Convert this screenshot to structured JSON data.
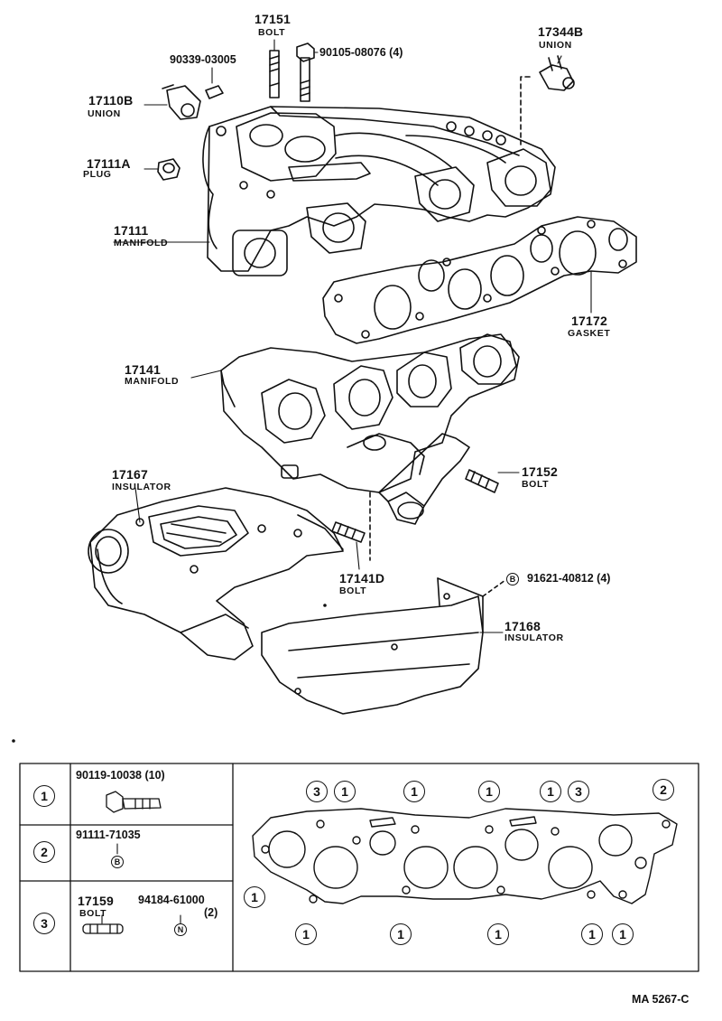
{
  "parts": {
    "p17151": {
      "number": "17151",
      "desc": "BOLT"
    },
    "p90105": {
      "number": "90105-08076 (4)"
    },
    "p17344B": {
      "number": "17344B",
      "desc": "UNION"
    },
    "p90339": {
      "number": "90339-03005"
    },
    "p17110B": {
      "number": "17110B",
      "desc": "UNION"
    },
    "p17111A": {
      "number": "17111A",
      "desc": "PLUG"
    },
    "p17111": {
      "number": "17111",
      "desc": "MANIFOLD"
    },
    "p17172": {
      "number": "17172",
      "desc": "GASKET"
    },
    "p17141": {
      "number": "17141",
      "desc": "MANIFOLD"
    },
    "p17167": {
      "number": "17167",
      "desc": "INSULATOR"
    },
    "p17152": {
      "number": "17152",
      "desc": "BOLT"
    },
    "p17141D": {
      "number": "17141D",
      "desc": "BOLT"
    },
    "p91621": {
      "number": "91621-40812 (4)",
      "marker": "B"
    },
    "p17168": {
      "number": "17168",
      "desc": "INSULATOR"
    }
  },
  "legend": {
    "rows": [
      {
        "marker": "1",
        "part": "90119-10038 (10)"
      },
      {
        "marker": "2",
        "part": "91111-71035",
        "sub_marker": "B"
      },
      {
        "marker": "3",
        "part_a": "17159",
        "desc_a": "BOLT",
        "part_b": "94184-61000",
        "qty_b": "(2)",
        "sub_marker": "N"
      }
    ]
  },
  "gasket_markers": {
    "top": [
      "3",
      "1",
      "1",
      "1",
      "1",
      "3",
      "2"
    ],
    "left": "1",
    "bottom": [
      "1",
      "1",
      "1",
      "1",
      "1"
    ]
  },
  "footer": {
    "code": "MA  5267-C"
  }
}
